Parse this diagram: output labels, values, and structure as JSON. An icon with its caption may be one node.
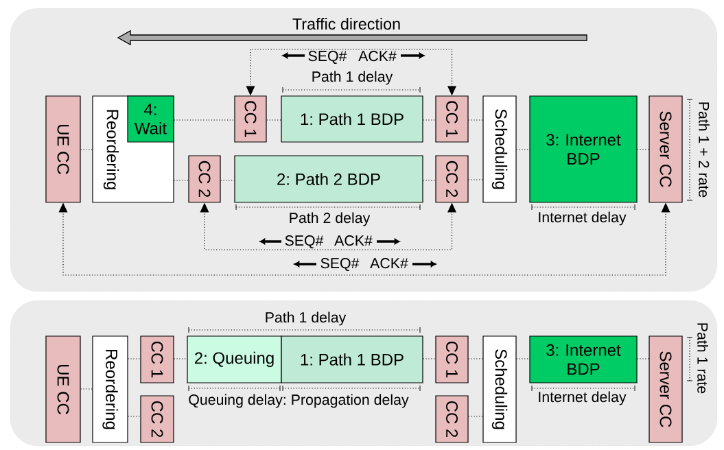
{
  "diagram": {
    "nodes": [
      {
        "text": [],
        "shape": "box"
      },
      {
        "text": [
          "UE CC"
        ],
        "in": 0
      },
      {
        "text": [
          "Reordering"
        ],
        "in": 0
      },
      {
        "text": [
          "4: Wait"
        ],
        "in": 2
      },
      {
        "text": [
          "CC 1"
        ],
        "in": 0
      },
      {
        "text": [
          "1: Path 1 BDP"
        ],
        "in": 0
      },
      {
        "text": [
          "CC 1"
        ],
        "in": 0
      },
      {
        "text": [
          "CC 2"
        ],
        "in": 0
      },
      {
        "text": [
          "2: Path 2 BDP"
        ],
        "in": 0
      },
      {
        "text": [
          "CC 2"
        ],
        "in": 0
      },
      {
        "text": [
          "Scheduling"
        ],
        "in": 0
      },
      {
        "text": [
          "3: Internet BDP"
        ],
        "in": 0
      },
      {
        "text": [
          "Server CC"
        ],
        "in": 0
      },
      {
        "text": [],
        "shape": "box"
      },
      {
        "text": [
          "UE CC"
        ],
        "in": 13
      },
      {
        "text": [
          "Reordering"
        ],
        "in": 13
      },
      {
        "text": [
          "CC 1"
        ],
        "in": 13
      },
      {
        "text": [
          "CC 2"
        ],
        "in": 13
      },
      {
        "text": [
          "2: Queuing"
        ],
        "in": 13
      },
      {
        "text": [
          "1: Path 1 BDP"
        ],
        "in": 13
      },
      {
        "text": [
          "CC 1"
        ],
        "in": 13
      },
      {
        "text": [
          "CC 2"
        ],
        "in": 13
      },
      {
        "text": [
          "Scheduling"
        ],
        "in": 13
      },
      {
        "text": [
          "3: Internet BDP"
        ],
        "in": 13
      },
      {
        "text": [
          "Server CC"
        ],
        "in": 13
      }
    ],
    "edges": [
      {
        "from": 1,
        "to": 2,
        "arrow": "none"
      },
      {
        "from": 3,
        "to": 4,
        "arrow": "none"
      },
      {
        "from": 4,
        "to": 5,
        "arrow": "none"
      },
      {
        "from": 5,
        "to": 6,
        "arrow": "none"
      },
      {
        "from": 6,
        "to": 10,
        "arrow": "none"
      },
      {
        "from": 2,
        "to": 7,
        "arrow": "none"
      },
      {
        "from": 7,
        "to": 8,
        "arrow": "none"
      },
      {
        "from": 8,
        "to": 9,
        "arrow": "none"
      },
      {
        "from": 9,
        "to": 10,
        "arrow": "none"
      },
      {
        "from": 10,
        "to": 11,
        "arrow": "none"
      },
      {
        "from": 11,
        "to": 12,
        "arrow": "none"
      },
      {
        "from": 4,
        "to": 6,
        "arrow": "both"
      },
      {
        "from": 7,
        "to": 9,
        "arrow": "both"
      },
      {
        "from": 1,
        "to": 12,
        "arrow": "both"
      },
      {
        "from": 14,
        "to": 15,
        "arrow": "none"
      },
      {
        "from": 15,
        "to": 16,
        "arrow": "none"
      },
      {
        "from": 15,
        "to": 17,
        "arrow": "none"
      },
      {
        "from": 16,
        "to": 18,
        "arrow": "none"
      },
      {
        "from": 19,
        "to": 20,
        "arrow": "none"
      },
      {
        "from": 20,
        "to": 22,
        "arrow": "none"
      },
      {
        "from": 21,
        "to": 22,
        "arrow": "none"
      },
      {
        "from": 22,
        "to": 23,
        "arrow": "none"
      },
      {
        "from": 23,
        "to": 24,
        "arrow": "none"
      }
    ],
    "labels": [
      "Traffic direction",
      "SEQ#",
      "ACK#",
      "Path 1 delay",
      "Path 1 + 2 rate",
      "Path 2 delay",
      "Internet delay",
      "SEQ#",
      "ACK#",
      "SEQ#",
      "ACK#",
      "Path 1 delay",
      "Path 1 rate",
      "Queuing delay: Propagation delay",
      "Internet delay"
    ]
  }
}
